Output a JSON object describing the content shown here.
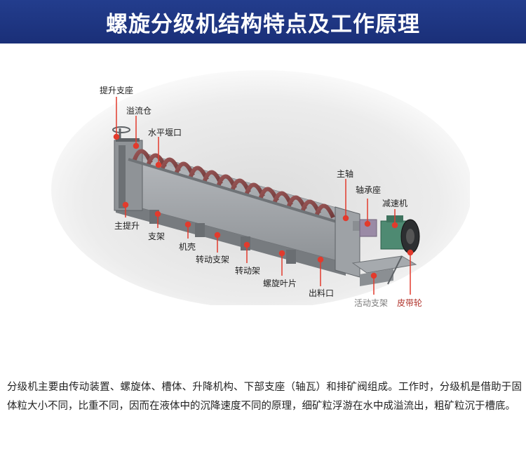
{
  "banner": {
    "title": "螺旋分级机结构特点及工作原理",
    "bg_color": "#1f3784"
  },
  "figure": {
    "accent_color": "#e23b2d",
    "labels": {
      "lift_support": "提升支座",
      "overflow_bin": "溢流仓",
      "horizontal_weir": "水平堰口",
      "main_shaft": "主轴",
      "bearing_seat": "轴承座",
      "reducer": "减速机",
      "main_lift": "主提升",
      "bracket": "支架",
      "housing": "机壳",
      "rotating_bracket": "转动支架",
      "rotating_frame": "转动架",
      "spiral_blade": "螺旋叶片",
      "discharge_port": "出料口",
      "movable_support": "活动支架",
      "belt_pulley": "皮带轮"
    }
  },
  "description": {
    "text": "分级机主要由传动装置、螺旋体、槽体、升降机构、下部支座（轴瓦）和排矿阀组成。工作时，分级机是借助于固体粒大小不同，比重不同，因而在液体中的沉降速度不同的原理，细矿粒浮游在水中成溢流出，粗矿粒沉于槽底。"
  }
}
